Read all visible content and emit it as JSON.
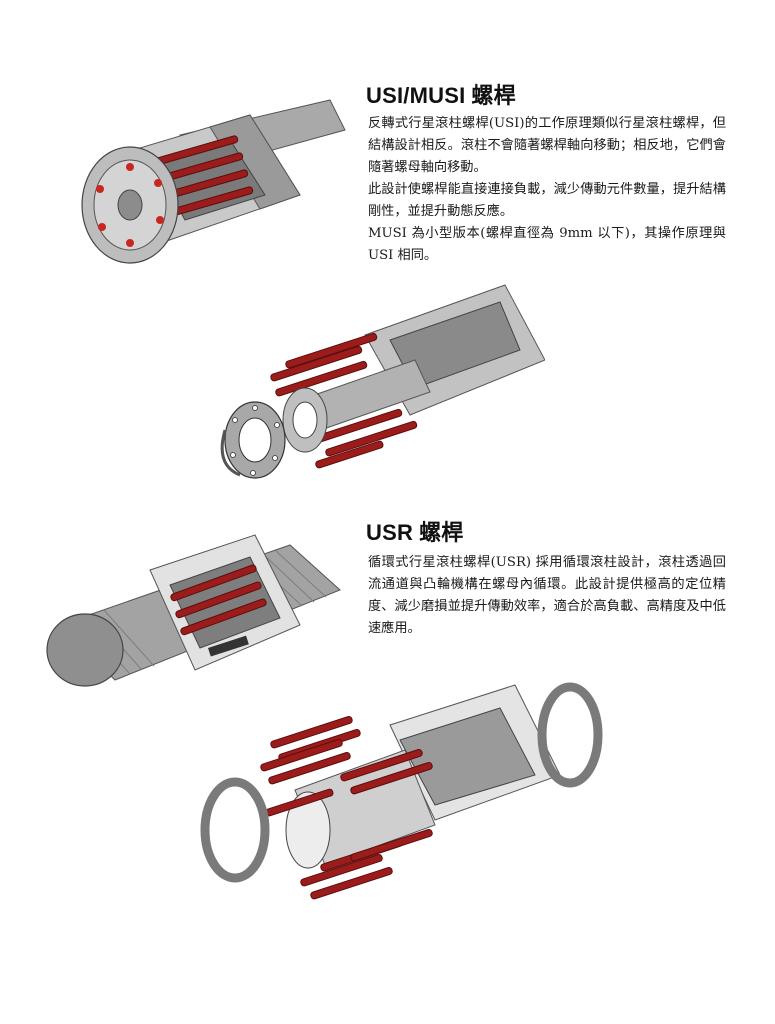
{
  "usi": {
    "title_latin": "USI/MUSI",
    "title_cjk": "螺桿",
    "paragraphs": [
      "反轉式行星滾柱螺桿(USI)的工作原理類似行星滾柱螺桿，但結構設計相反。滾柱不會隨著螺桿軸向移動；相反地，它們會隨著螺母軸向移動。",
      "此設計使螺桿能直接連接負載，減少傳動元件數量，提升結構剛性，並提升動態反應。",
      "MUSI 為小型版本(螺桿直徑為 9mm 以下)，其操作原理與 USI 相同。"
    ]
  },
  "usr": {
    "title_latin": "USR",
    "title_cjk": "螺桿",
    "paragraphs": [
      "循環式行星滾柱螺桿(USR) 採用循環滾柱設計，滾柱透過回流通道與凸輪機構在螺母內循環。此設計提供極高的定位精度、減少磨損並提升傳動效率，適合於高負載、高精度及中低速應用。"
    ]
  },
  "colors": {
    "roller_red": "#9c1b1b",
    "metal_grey": "#b9b9b9",
    "dark_grey": "#6e6e6e",
    "ring_grey": "#8a8a8a"
  }
}
